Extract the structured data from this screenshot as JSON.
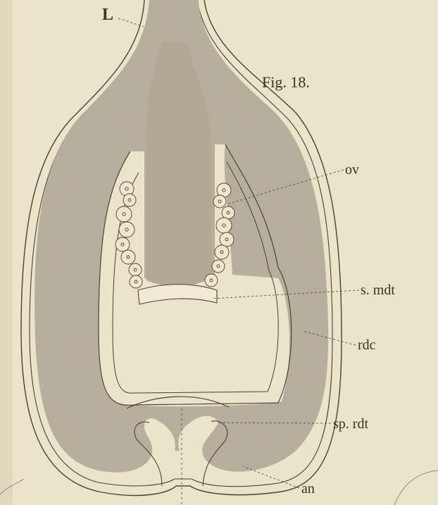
{
  "figure": {
    "title": "Fig. 18."
  },
  "labels": {
    "L": "L",
    "ov": "ov",
    "s_mdt": "s. mdt",
    "rdc": "rdc",
    "sp_rdt": "sp. rdt",
    "an": "an"
  },
  "colors": {
    "paper": "#ece3cb",
    "tissue": "#b9ae9b",
    "ink": "#4a4036"
  }
}
